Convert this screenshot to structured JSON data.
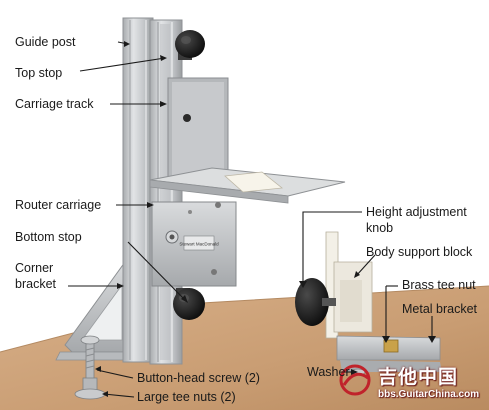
{
  "labels": {
    "guide_post": "Guide post",
    "top_stop": "Top stop",
    "carriage_track": "Carriage track",
    "router_carriage": "Router carriage",
    "bottom_stop": "Bottom stop",
    "corner_bracket_line1": "Corner",
    "corner_bracket_line2": "bracket",
    "height_knob_line1": "Height adjustment",
    "height_knob_line2": "knob",
    "body_support_block": "Body support block",
    "brass_tee_nut": "Brass tee nut",
    "metal_bracket": "Metal bracket",
    "washer": "Washer",
    "button_head_screw": "Button-head screw (2)",
    "large_tee_nuts": "Large tee nuts (2)"
  },
  "carriage_plate_text": "Stewart MacDonald",
  "watermark": {
    "chinese": "吉他中国",
    "url": "bbs.GuitarChina.com"
  },
  "colors": {
    "background": "#ffffff",
    "table_wood": "#cfa57c",
    "aluminum": "#c8cacc",
    "knob": "#1c1c1c",
    "body_block": "#ece8de",
    "watermark": "#c0232b"
  }
}
